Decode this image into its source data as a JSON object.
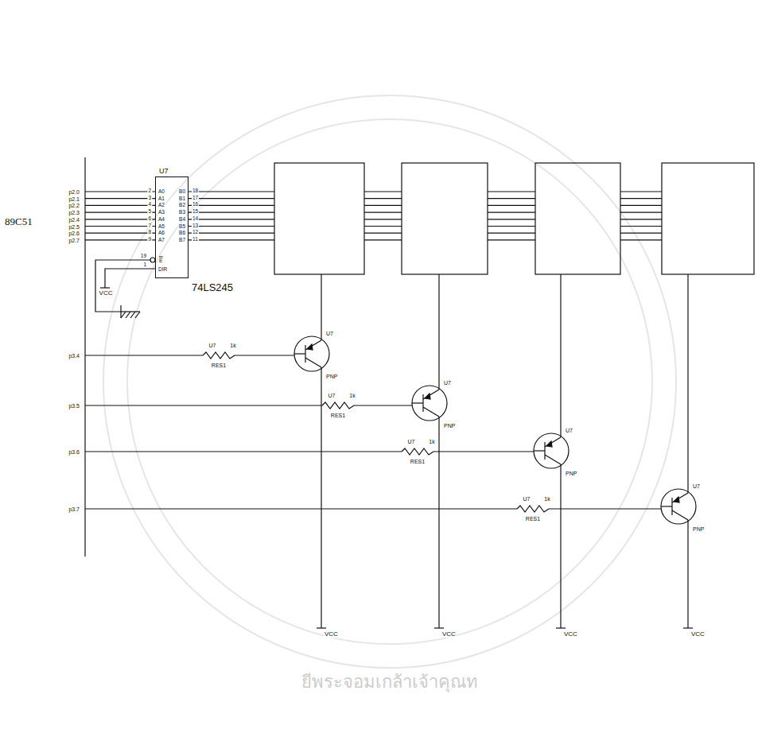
{
  "diagram": {
    "nodes": [
      {
        "text": [
          "U7",
          "74LS245"
        ]
      }
    ],
    "labels": [
      "89C51",
      "p2.0",
      "p2.1",
      "p2.2",
      "p2.3",
      "p2.4",
      "p2.5",
      "p2.6",
      "p2.7",
      "2",
      "3",
      "4",
      "5",
      "6",
      "7",
      "8",
      "9",
      "A0",
      "A1",
      "A2",
      "A3",
      "A4",
      "A5",
      "A6",
      "A7",
      "B0",
      "B1",
      "B2",
      "B3",
      "B4",
      "B5",
      "B6",
      "B7",
      "18",
      "17",
      "16",
      "15",
      "14",
      "13",
      "12",
      "11",
      "E",
      "DIR",
      "19",
      "1",
      "VCC",
      "p3.4",
      "p3.5",
      "p3.6",
      "p3.7",
      "1k",
      "U7",
      "RES1",
      "1k",
      "U7",
      "RES1",
      "1k",
      "U7",
      "RES1",
      "1k",
      "U7",
      "RES1",
      "U7",
      "PNP",
      "U7",
      "PNP",
      "U7",
      "PNP",
      "U7",
      "PNP",
      "VCC",
      "VCC",
      "VCC",
      "VCC",
      "ยีพระจอมเกล้าเจ้าคุณท"
    ]
  }
}
